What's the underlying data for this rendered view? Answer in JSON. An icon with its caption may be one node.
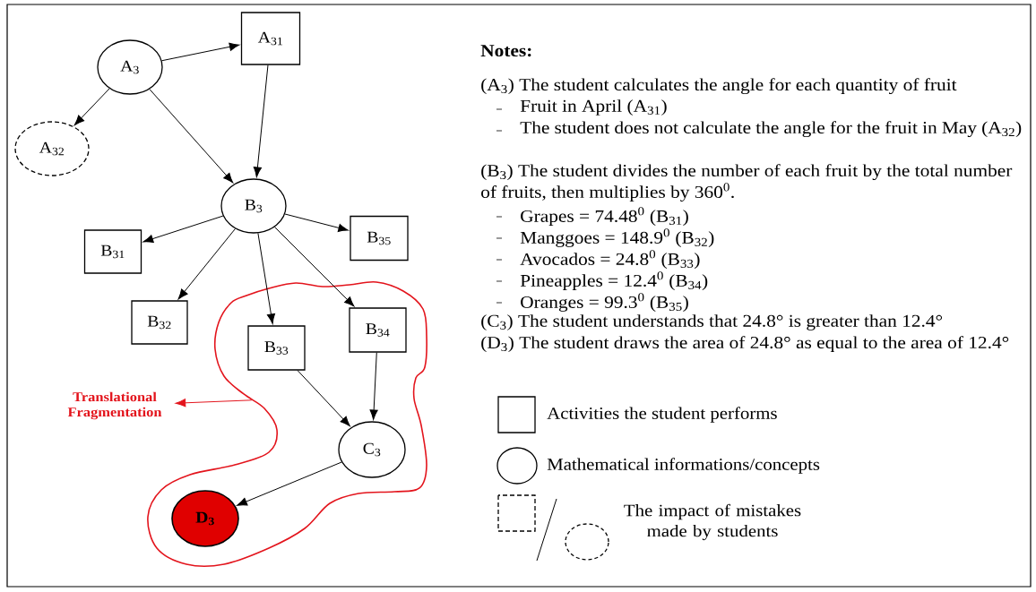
{
  "diagram": {
    "nodes": [
      {
        "text": [
          "A$_{3}$"
        ]
      },
      {
        "text": [
          "A$_{31}$"
        ]
      },
      {
        "text": [
          "A$_{32}$"
        ]
      },
      {
        "text": [
          "B$_{3}$"
        ]
      },
      {
        "text": [
          "B$_{31}$"
        ]
      },
      {
        "text": [
          "B$_{35}$"
        ]
      },
      {
        "text": [
          "B$_{32}$"
        ]
      },
      {
        "text": [],
        "shape": "cloud"
      },
      {
        "text": [
          "B$_{33}$"
        ],
        "in": 7
      },
      {
        "text": [
          "B$_{34}$"
        ],
        "in": 7
      },
      {
        "text": [
          "C$_{3}$"
        ],
        "in": 7
      },
      {
        "text": [
          "D$_{3}$"
        ],
        "in": 7
      },
      {
        "text": [
          "Translational Fragmentation"
        ]
      }
    ],
    "edges": [
      {
        "from": 0,
        "to": 1,
        "arrow": "to"
      },
      {
        "from": 0,
        "to": 2,
        "arrow": "to"
      },
      {
        "from": 0,
        "to": 3,
        "arrow": "to"
      },
      {
        "from": 1,
        "to": 3,
        "arrow": "to"
      },
      {
        "from": 3,
        "to": 4,
        "arrow": "to"
      },
      {
        "from": 3,
        "to": 5,
        "arrow": "to"
      },
      {
        "from": 3,
        "to": 6,
        "arrow": "to"
      },
      {
        "from": 3,
        "to": 8,
        "arrow": "to"
      },
      {
        "from": 3,
        "to": 9,
        "arrow": "to"
      },
      {
        "from": 8,
        "to": 10,
        "arrow": "to"
      },
      {
        "from": 9,
        "to": 10,
        "arrow": "to"
      },
      {
        "from": 10,
        "to": 11,
        "arrow": "to"
      },
      {
        "from": 7,
        "to": 12,
        "arrow": "to",
        "color": "#e3141c"
      }
    ],
    "labels": [
      "Notes:",
      "(A$_{3}$) The student calculates the angle for each quantity of fruit",
      "Fruit in April (A$_{31}$)",
      "The student does not calculate the angle for the fruit in May (A$_{32}$)",
      "(B$_{3}$) The student divides the number of each fruit by the total number of fruits,  then multiplies by 360$^{0}$.",
      "Grapes = 74.48$^{0}$ (B$_{31}$)",
      "Manggoes = 148.9$^{0}$ (B$_{32}$)",
      "Avocados = 24.8$^{0}$ (B$_{33}$)",
      "Pineapples = 12.4$^{0}$ (B$_{34}$)",
      "Oranges = 99.3$^{0}$ (B$_{35}$)",
      "(C$_{3}$) The student understands that 24.8° is greater than 12.4°",
      "(D$_{3}$) The student draws the area of 24.8° as equal to the area of 12.4°"
    ],
    "legend": [
      {
        "text": "Activities the student performs"
      },
      {
        "text": "Mathematical informations/concepts"
      },
      {
        "text": "The impact of mistakes made by students"
      }
    ]
  }
}
